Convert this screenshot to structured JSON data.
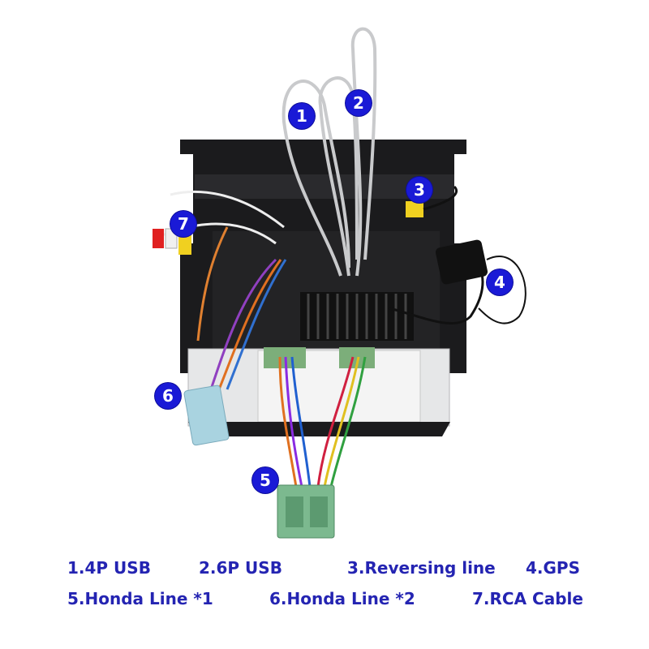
{
  "callouts": [
    {
      "number": "1",
      "label": "1.4P USB"
    },
    {
      "number": "2",
      "label": "2.6P USB"
    },
    {
      "number": "3",
      "label": "3.Reversing line"
    },
    {
      "number": "4",
      "label": "4.GPS"
    },
    {
      "number": "5",
      "label": "5.Honda Line *1"
    },
    {
      "number": "6",
      "label": "6.Honda Line *2"
    },
    {
      "number": "7",
      "label": "7.RCA Cable"
    }
  ],
  "colors": {
    "badge": "#1a1ad6",
    "legend_text": "#2424b2"
  }
}
